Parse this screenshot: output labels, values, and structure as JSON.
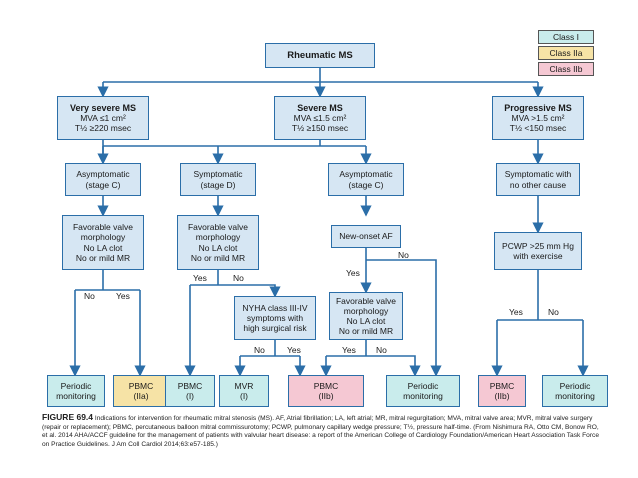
{
  "legend": {
    "class1": {
      "label": "Class I",
      "color": "#c9ecec"
    },
    "class2a": {
      "label": "Class IIa",
      "color": "#f6e3a6"
    },
    "class2b": {
      "label": "Class IIb",
      "color": "#f5c8d3"
    }
  },
  "nodes": {
    "root": "Rheumatic MS",
    "very_severe": {
      "title": "Very severe MS",
      "line1": "MVA ≤1 cm²",
      "line2": "T½ ≥220 msec"
    },
    "severe": {
      "title": "Severe MS",
      "line1": "MVA ≤1.5 cm²",
      "line2": "T½ ≥150 msec"
    },
    "progressive": {
      "title": "Progressive MS",
      "line1": "MVA >1.5 cm²",
      "line2": "T½ <150 msec"
    },
    "asym_c_left": {
      "line1": "Asymptomatic",
      "line2": "(stage C)"
    },
    "sym_d": {
      "line1": "Symptomatic",
      "line2": "(stage D)"
    },
    "asym_c_mid": {
      "line1": "Asymptomatic",
      "line2": "(stage C)"
    },
    "sym_other": {
      "line1": "Symptomatic with",
      "line2": "no other cause"
    },
    "fav_left": {
      "line1": "Favorable valve",
      "line2": "morphology",
      "line3": "No LA clot",
      "line4": "No or mild MR"
    },
    "fav_d": {
      "line1": "Favorable valve",
      "line2": "morphology",
      "line3": "No LA clot",
      "line4": "No or mild MR"
    },
    "new_af": "New-onset AF",
    "pcwp": {
      "line1": "PCWP >25 mm Hg",
      "line2": "with exercise"
    },
    "nyha": {
      "line1": "NYHA class III-IV",
      "line2": "symptoms with",
      "line3": "high surgical risk"
    },
    "fav_mid": {
      "line1": "Favorable valve",
      "line2": "morphology",
      "line3": "No LA clot",
      "line4": "No or mild MR"
    },
    "out_periodic1": {
      "line1": "Periodic",
      "line2": "monitoring"
    },
    "out_pbmc_2a": {
      "line1": "PBMC",
      "line2": "(IIa)"
    },
    "out_pbmc_1": {
      "line1": "PBMC",
      "line2": "(I)"
    },
    "out_mvr_1": {
      "line1": "MVR",
      "line2": "(I)"
    },
    "out_pbmc_2b_mid": {
      "line1": "PBMC",
      "line2": "(IIb)"
    },
    "out_periodic2": {
      "line1": "Periodic",
      "line2": "monitoring"
    },
    "out_pbmc_2b_right": {
      "line1": "PBMC",
      "line2": "(IIb)"
    },
    "out_periodic3": {
      "line1": "Periodic",
      "line2": "monitoring"
    }
  },
  "edge_labels": {
    "no": "No",
    "yes": "Yes"
  },
  "caption": {
    "figure": "FIGURE 69.4",
    "text": "Indications for intervention for rheumatic mitral stenosis (MS). AF, Atrial fibrillation; LA, left atrial; MR, mitral regurgitation; MVA, mitral valve area; MVR, mitral valve surgery (repair or replacement); PBMC, percutaneous balloon mitral commissurotomy; PCWP, pulmonary capillary wedge pressure; T½, pressure half-time. (From Nishimura RA, Otto CM, Bonow RO, et al. 2014 AHA/ACCF guideline for the management of patients with valvular heart disease: a report of the American College of Cardiology Foundation/American Heart Association Task Force on Practice Guidelines. J Am Coll Cardiol 2014;63:e57-185.)"
  }
}
